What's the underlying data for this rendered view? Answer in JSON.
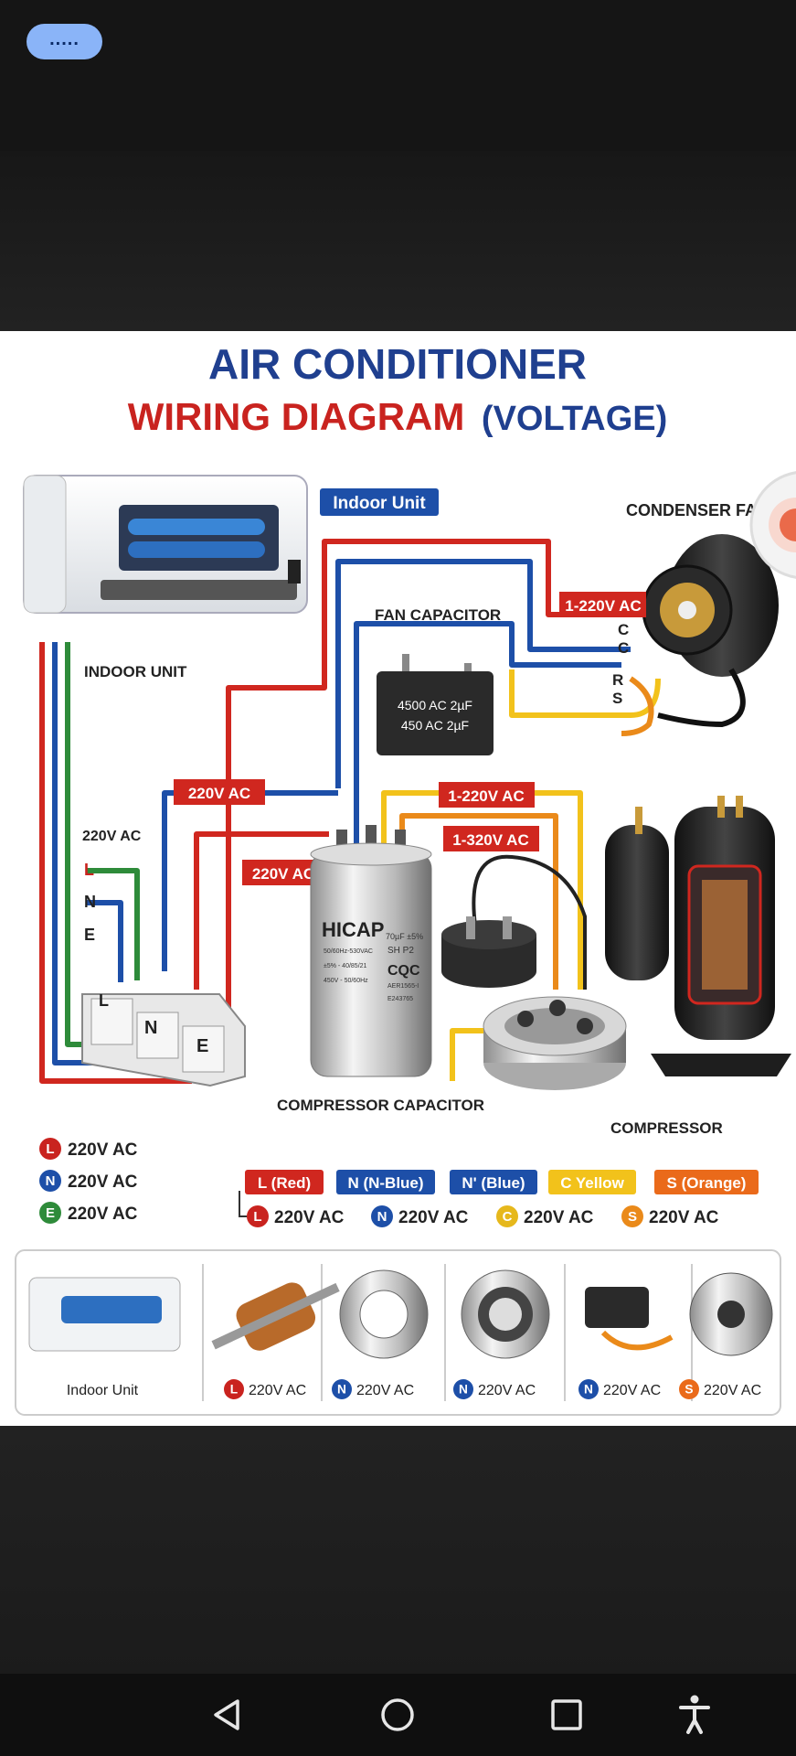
{
  "status": {
    "pill_label": "....."
  },
  "diagram": {
    "title_line1": "AIR CONDITIONER",
    "title_line2_red": "WIRING DIAGRAM",
    "title_line2_blue": "(VOLTAGE)",
    "indoor_unit_tag": "Indoor Unit",
    "condenser_fan": "CONDENSER FAN",
    "fan_capacitor": "FAN CAPACITOR",
    "fan_cap_spec1": "4500 AC 2µF",
    "fan_cap_spec2": "450 AC 2µF",
    "indoor_unit": "INDOOR UNIT",
    "label_1_220_top": "1-220V AC",
    "terminal_c1": "C",
    "terminal_c2": "C",
    "terminal_r": "R",
    "terminal_s": "S",
    "label_220_mid": "220V AC",
    "label_1_220_mid": "1-220V AC",
    "label_1_320": "1-320V AC",
    "label_220_left": "220V AC",
    "supply_220": "220V AC",
    "supply_l": "L",
    "supply_n": "N",
    "supply_e": "E",
    "block_l": "L",
    "block_n": "N",
    "block_e": "E",
    "hicap": "HICAP",
    "cap_spec_a": "70µF ±5%",
    "cap_spec_b": "SH  P2",
    "cap_cqc": "CQC",
    "cap_small_1": "50/60Hz-530VAC",
    "cap_small_2": "±5% - 40/85/21",
    "cap_small_3": "450V - 50/60Hz",
    "cap_small_4": "AER1565-I",
    "cap_small_5": "E243765",
    "compressor_capacitor": "COMPRESSOR CAPACITOR",
    "compressor": "COMPRESSOR"
  },
  "legend_left": [
    {
      "badge": "L",
      "text": "220V AC",
      "color": "#c9231f"
    },
    {
      "badge": "N",
      "text": "220V AC",
      "color": "#1d4fa8"
    },
    {
      "badge": "E",
      "text": "220V AC",
      "color": "#2e8b3a"
    }
  ],
  "legend_tags": [
    {
      "label": "L (Red)",
      "color": "#d0271f"
    },
    {
      "label": "N (N-Blue)",
      "color": "#1d4fa8"
    },
    {
      "label": "N' (Blue)",
      "color": "#1d4fa8"
    },
    {
      "label": "C Yellow",
      "color": "#f2c21b"
    },
    {
      "label": "S (Orange)",
      "color": "#ea6a1a"
    }
  ],
  "legend_values": [
    {
      "badge": "L",
      "text": "220V AC",
      "color": "#c9231f"
    },
    {
      "badge": "N",
      "text": "220V AC",
      "color": "#1d4fa8"
    },
    {
      "badge": "C",
      "text": "220V AC",
      "color": "#e6b81c"
    },
    {
      "badge": "S",
      "text": "220V AC",
      "color": "#ea8a1a"
    }
  ],
  "parts_strip": [
    {
      "label": "Indoor Unit",
      "badge": "",
      "color": ""
    },
    {
      "label": "220V AC",
      "badge": "L",
      "color": "#c9231f"
    },
    {
      "label": "220V AC",
      "badge": "N",
      "color": "#1d4fa8"
    },
    {
      "label": "220V AC",
      "badge": "N",
      "color": "#1d4fa8"
    },
    {
      "label": "220V AC",
      "badge": "N",
      "color": "#1d4fa8"
    },
    {
      "label": "220V AC",
      "badge": "S",
      "color": "#ea6a1a"
    }
  ]
}
